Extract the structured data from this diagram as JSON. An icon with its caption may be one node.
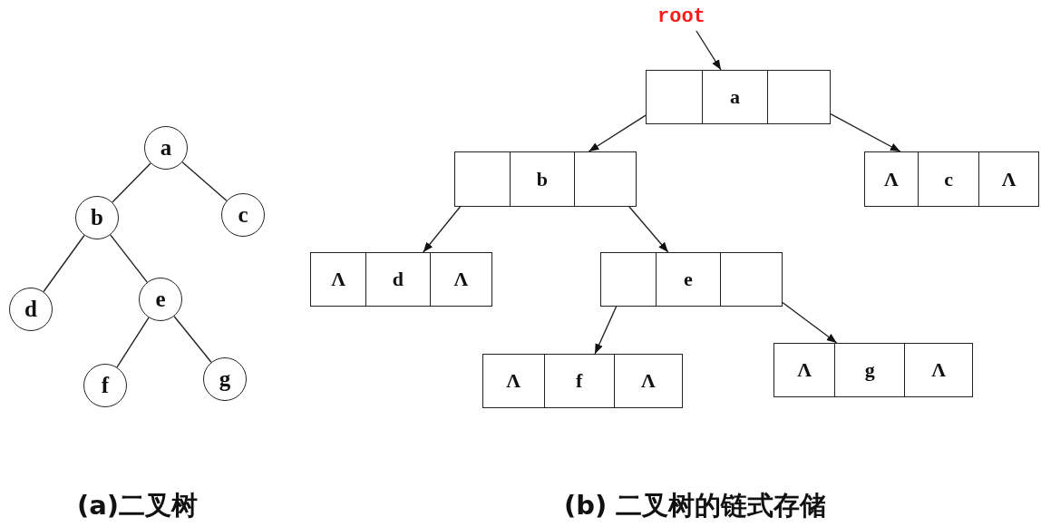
{
  "diagram": {
    "nodes": [
      {
        "text": [
          "a"
        ]
      },
      {
        "text": [
          "b"
        ]
      },
      {
        "text": [
          "c"
        ]
      },
      {
        "text": [
          "d"
        ]
      },
      {
        "text": [
          "e"
        ]
      },
      {
        "text": [
          "f"
        ]
      },
      {
        "text": [
          "g"
        ]
      },
      {
        "text": [
          "root"
        ]
      },
      {
        "text": [
          "a"
        ]
      },
      {
        "text": [
          "b"
        ]
      },
      {
        "text": [
          "Λ",
          "c",
          "Λ"
        ]
      },
      {
        "text": [
          "Λ",
          "d",
          "Λ"
        ]
      },
      {
        "text": [
          "e"
        ]
      },
      {
        "text": [
          "Λ",
          "f",
          "Λ"
        ]
      },
      {
        "text": [
          "Λ",
          "g",
          "Λ"
        ]
      }
    ],
    "edges": [
      {
        "from": 0,
        "to": 1,
        "arrow": "none"
      },
      {
        "from": 0,
        "to": 2,
        "arrow": "none"
      },
      {
        "from": 1,
        "to": 3,
        "arrow": "none"
      },
      {
        "from": 1,
        "to": 4,
        "arrow": "none"
      },
      {
        "from": 4,
        "to": 5,
        "arrow": "none"
      },
      {
        "from": 4,
        "to": 6,
        "arrow": "none"
      },
      {
        "from": 7,
        "to": 8,
        "arrow": "to"
      },
      {
        "from": 8,
        "to": 9,
        "arrow": "to"
      },
      {
        "from": 8,
        "to": 10,
        "arrow": "to"
      },
      {
        "from": 9,
        "to": 11,
        "arrow": "to"
      },
      {
        "from": 9,
        "to": 12,
        "arrow": "to"
      },
      {
        "from": 12,
        "to": 13,
        "arrow": "to"
      },
      {
        "from": 12,
        "to": 14,
        "arrow": "to"
      }
    ],
    "labels": [
      "(a)二叉树",
      "(b) 二叉树的链式存储"
    ]
  }
}
